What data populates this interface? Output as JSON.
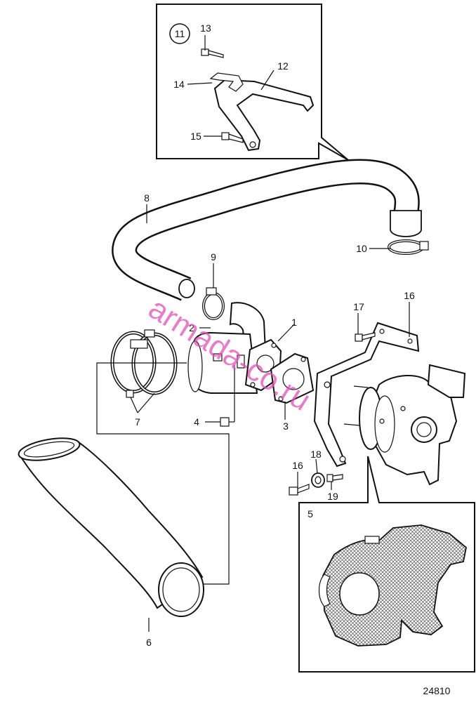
{
  "figure_number": "24810",
  "watermark": "armada-co.ru",
  "detail_group_label": "11",
  "detail_box_label": "5",
  "callouts": {
    "c1": "1",
    "c2": "2",
    "c3": "3",
    "c4": "4",
    "c6": "6",
    "c7": "7",
    "c8": "8",
    "c9": "9",
    "c10": "10",
    "c12": "12",
    "c13": "13",
    "c14": "14",
    "c15": "15",
    "c16a": "16",
    "c16b": "16",
    "c17": "17",
    "c18": "18",
    "c19": "19"
  }
}
